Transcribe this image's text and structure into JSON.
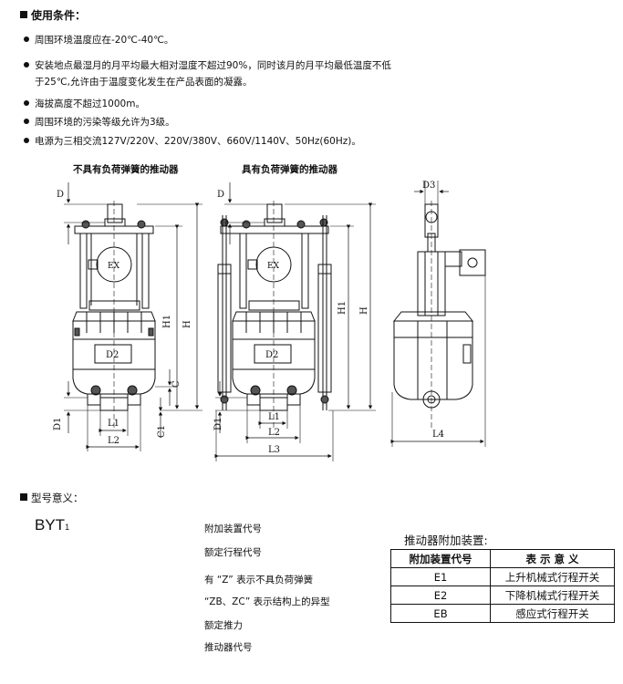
{
  "conditions": {
    "heading": "使用条件：",
    "items": [
      {
        "lines": [
          "周围环境温度应在-20℃-40℃。"
        ]
      },
      {
        "lines": [
          "安装地点最湿月的月平均最大相对湿度不超过90%，同时该月的月平均最低温度不低",
          "于25℃,允许由于温度变化发生在产品表面的凝露。"
        ]
      },
      {
        "lines": [
          "海拔高度不超过1000m。"
        ]
      },
      {
        "lines": [
          "周围环境的污染等级允许为3级。"
        ]
      },
      {
        "lines": [
          "电源为三相交流127V/220V、220V/380V、660V/1140V、50Hz(60Hz)。"
        ]
      }
    ]
  },
  "figures": {
    "title_left": "不具有负荷弹簧的推动器",
    "title_mid": "具有负荷弹簧的推动器",
    "ex_label": "EX",
    "dims": {
      "D": "D",
      "D1": "D1",
      "D2": "D2",
      "D3": "D3",
      "H": "H",
      "H1": "H1",
      "C": "C",
      "C1": "C1",
      "L1": "L1",
      "L2": "L2",
      "L3": "L3",
      "L4": "L4"
    }
  },
  "model": {
    "heading": "型号意义：",
    "prefix": "BYT",
    "sub": "1",
    "slash": "/",
    "annotations": [
      "附加装置代号",
      "额定行程代号",
      "有 “Z” 表示不具负荷弹簧",
      "“ZB、ZC” 表示结构上的异型",
      "额定推力",
      "推动器代号"
    ]
  },
  "attachments": {
    "title": "推动器附加装置:",
    "headers": [
      "附加装置代号",
      "表 示 意 义"
    ],
    "rows": [
      [
        "E1",
        "上升机械式行程开关"
      ],
      [
        "E2",
        "下降机械式行程开关"
      ],
      [
        "EB",
        "感应式行程开关"
      ]
    ]
  }
}
